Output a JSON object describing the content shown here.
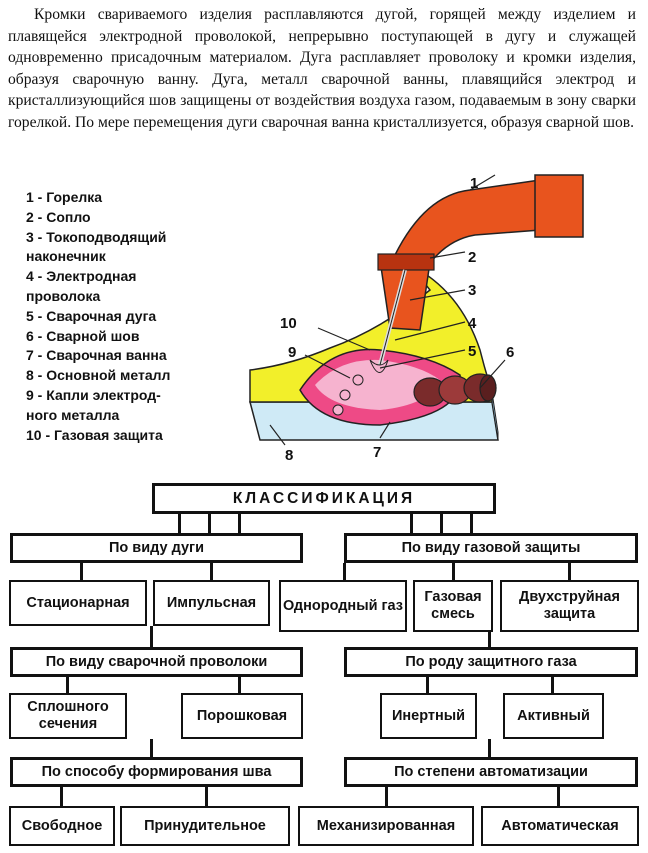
{
  "paragraph": "Кромки свариваемого изделия расплавляются дугой, горящей между изделием и плавящейся электродной проволокой, непрерывно поступающей в дугу и служащей одновременно присадочным материалом. Дуга расплавляет проволоку и кромки изделия, образуя сварочную ванну. Дуга, металл сварочной ванны, плавящийся электрод и кристаллизующийся шов защищены от воздействия воздуха газом, подаваемым в зону сварки горелкой. По мере перемещения дуги сварочная ванна кристаллизуется, образуя сварной шов.",
  "legend": [
    "1 - Горелка",
    "2 - Сопло",
    "3 - Токоподводящий",
    "наконечник",
    "4 - Электродная",
    "проволока",
    "5 - Сварочная дуга",
    "6 - Сварной шов",
    "7 - Сварочная ванна",
    "8 - Основной металл",
    "9 - Капли  электрод-",
    "ного  металла",
    "10 - Газовая защита"
  ],
  "diagram_numbers": [
    "1",
    "2",
    "3",
    "4",
    "5",
    "6",
    "7",
    "8",
    "9",
    "10"
  ],
  "colors": {
    "torch": "#e8541e",
    "torch_dark": "#b83310",
    "gas": "#f2ef2a",
    "base_metal": "#cfeaf6",
    "pool": "#ee4a86",
    "pool_light": "#f6b3cf",
    "seam": "#7a2b2b"
  },
  "classification": {
    "title": "КЛАССИФИКАЦИЯ",
    "arc_type": {
      "header": "По виду дуги",
      "items": [
        "Стационарная",
        "Импульсная"
      ]
    },
    "gas_protection": {
      "header": "По виду газовой защиты",
      "items": [
        "Однородный газ",
        "Газовая смесь",
        "Двухструйная защита"
      ]
    },
    "wire_type": {
      "header": "По виду сварочной проволоки",
      "items": [
        "Сплошного сечения",
        "Порошковая"
      ]
    },
    "gas_kind": {
      "header": "По роду защитного газа",
      "items": [
        "Инертный",
        "Активный"
      ]
    },
    "seam_forming": {
      "header": "По способу формирования шва",
      "items": [
        "Свободное",
        "Принудительное"
      ]
    },
    "automation": {
      "header": "По степени автоматизации",
      "items": [
        "Механизированная",
        "Автоматическая"
      ]
    }
  }
}
